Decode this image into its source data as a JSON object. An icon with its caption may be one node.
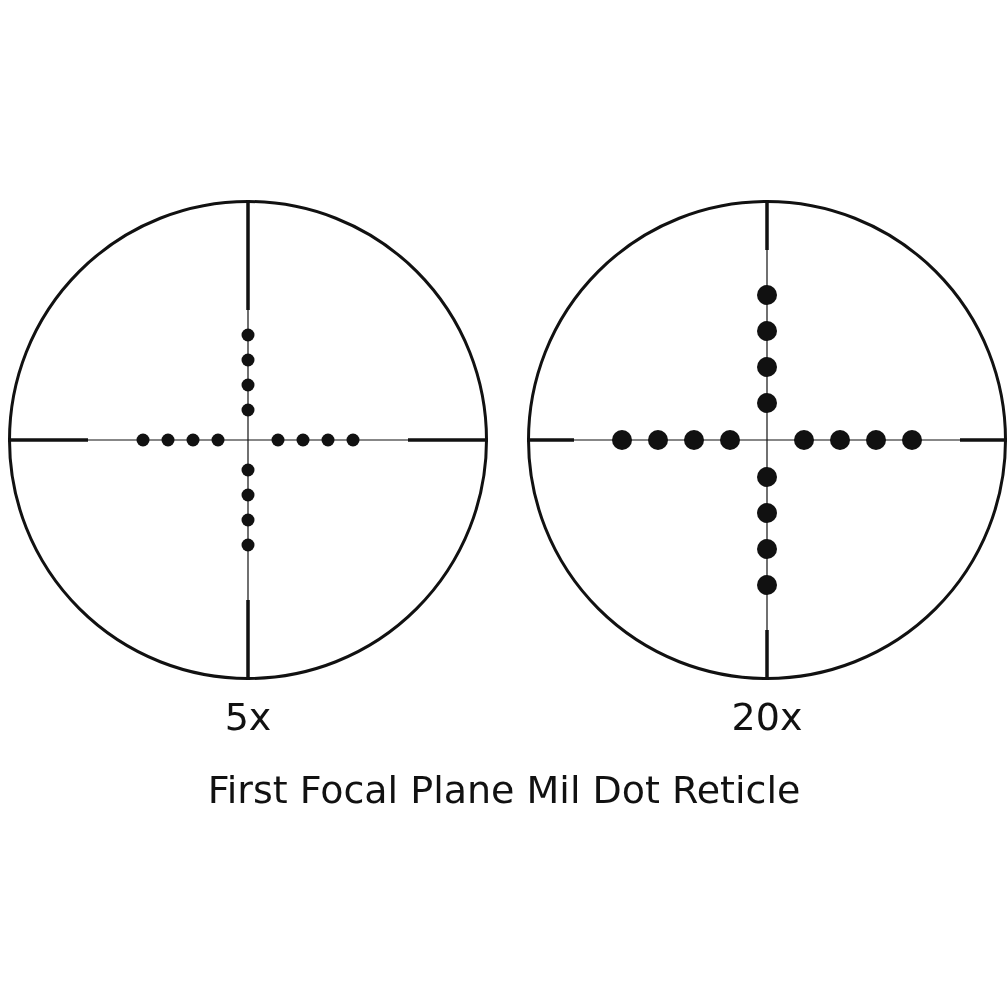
{
  "diagram": {
    "caption": "First Focal Plane Mil Dot Reticle",
    "labels": [
      "5x",
      "20x"
    ]
  }
}
